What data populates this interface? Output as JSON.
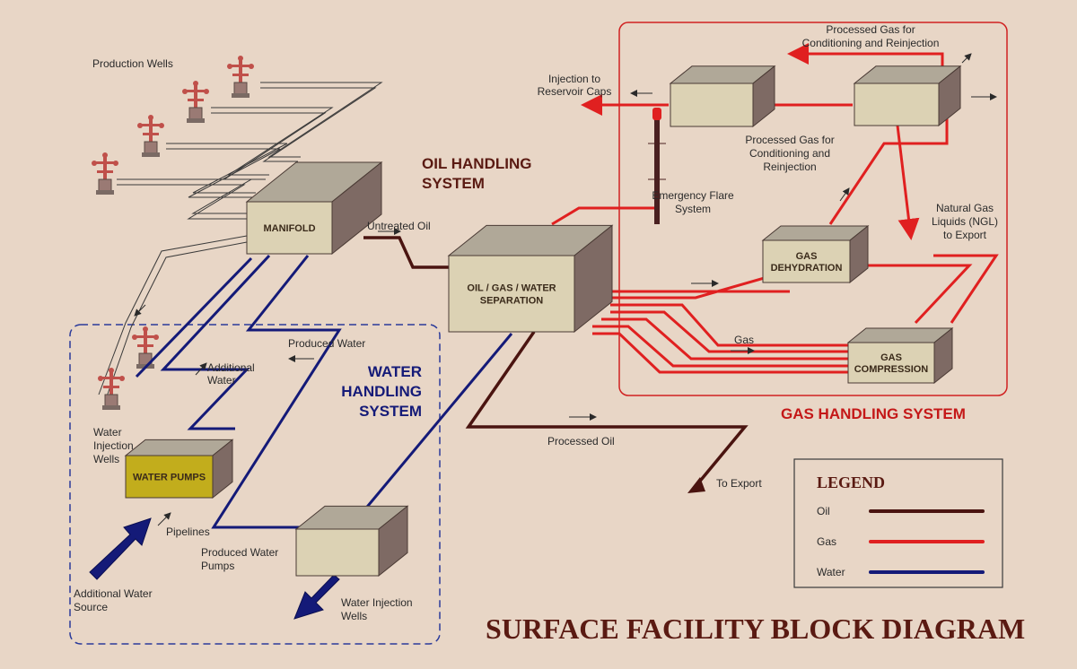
{
  "title": "SURFACE FACILITY BLOCK DIAGRAM",
  "sections": {
    "oil": "OIL HANDLING|SYSTEM",
    "water": "WATER|HANDLING|SYSTEM",
    "gas": "GAS HANDLING SYSTEM"
  },
  "boxes": {
    "manifold": "MANIFOLD",
    "separation": "OIL / GAS / WATER|SEPARATION",
    "water_pumps": "WATER PUMPS",
    "produced_water_pumps_box": "",
    "dehydration": "GAS|DEHYDRATION",
    "compression": "GAS|COMPRESSION",
    "conditioning_left": "",
    "conditioning_right": ""
  },
  "labels": {
    "production_wells": "Production Wells",
    "untreated_oil": "Untreated Oil",
    "produced_water": "Produced Water",
    "additional_water": "Additional|Water",
    "water_injection_wells_left": "Water|Injection|Wells",
    "pipelines": "Pipelines",
    "produced_water_pumps": "Produced Water|Pumps",
    "additional_water_source": "Additional Water|Source",
    "water_injection_wells_bottom": "Water Injection|Wells",
    "processed_oil": "Processed Oil",
    "to_export": "To Export",
    "injection_reservoir": "Injection to|Reservoir Caps",
    "processed_gas_top": "Processed Gas for|Conditioning and Reinjection",
    "processed_gas_mid": "Processed Gas for|Conditioning and|Reinjection",
    "emergency_flare": "Emergency Flare|System",
    "ngl": "Natural Gas|Liquids (NGL)|to Export",
    "gas": "Gas"
  },
  "legend": {
    "title": "LEGEND",
    "items": [
      {
        "label": "Oil",
        "color": "#4a1410"
      },
      {
        "label": "Gas",
        "color": "#e02020"
      },
      {
        "label": "Water",
        "color": "#141a78"
      }
    ]
  },
  "colors": {
    "oil": "#4a1410",
    "gas": "#e02020",
    "water": "#141a78",
    "box_front": "#dcd2b4",
    "box_top": "#b0a898",
    "box_side": "#7e6a64",
    "pump_front": "#c2ad1c",
    "section_water": "#141a78",
    "section_gas": "#c41818",
    "section_oil": "#5a1a12"
  }
}
